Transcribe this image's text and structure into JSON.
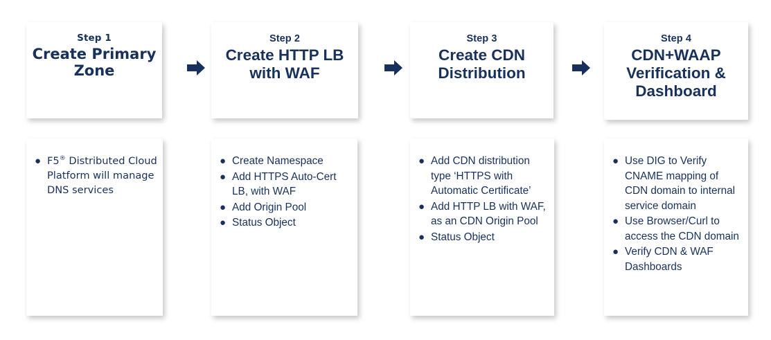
{
  "diagram": {
    "accent_color": "#17315C",
    "card_background": "#ffffff",
    "page_background": "#ffffff",
    "arrow_icon_name": "right-arrow-icon",
    "bullet_glyph": "●",
    "columns": [
      {
        "step_label": "Step 1",
        "title": "Create Primary Zone",
        "bullets": [
          {
            "text_before": "F5",
            "superscript": "®",
            "text_after": " Distributed Cloud Platform will manage DNS services"
          }
        ]
      },
      {
        "step_label": "Step 2",
        "title": "Create HTTP LB with WAF",
        "bullets": [
          {
            "text": "Create Namespace"
          },
          {
            "text": "Add HTTPS Auto-Cert LB, with WAF"
          },
          {
            "text": "Add Origin Pool"
          },
          {
            "text": "Status Object"
          }
        ]
      },
      {
        "step_label": "Step 3",
        "title": "Create CDN Distribution",
        "bullets": [
          {
            "text": "Add CDN distribution type ‘HTTPS with Automatic Certificate’"
          },
          {
            "text": "Add HTTP LB with WAF, as an CDN Origin Pool"
          },
          {
            "text": "Status Object"
          }
        ]
      },
      {
        "step_label": "Step 4",
        "title": "CDN+WAAP Verification & Dashboard",
        "bullets": [
          {
            "text": "Use DIG to Verify CNAME mapping of CDN domain to internal service domain"
          },
          {
            "text": "Use Browser/Curl to access the CDN domain"
          },
          {
            "text": "Verify CDN & WAF Dashboards"
          }
        ]
      }
    ]
  }
}
